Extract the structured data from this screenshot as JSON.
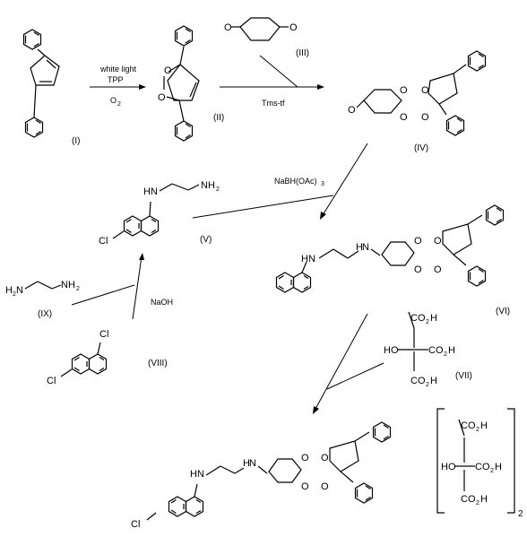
{
  "compounds": {
    "I": "(I)",
    "II": "(II)",
    "III": "(III)",
    "IV": "(IV)",
    "V": "(V)",
    "VI": "(VI)",
    "VII": "(VII)",
    "VIII": "(VIII)",
    "IX": "(IX)"
  },
  "reagents": {
    "white_light": "white light",
    "tpp": "TPP",
    "o2": "O",
    "o2_sub": "2",
    "tms_tf": "Tms-tf",
    "nabh": "NaBH(OAc)",
    "nabh_sub": "3",
    "naoh": "NaOH"
  },
  "atoms": {
    "o": "O",
    "nh": "HN",
    "n_right": "N",
    "h": "H",
    "nh2": "NH",
    "h2n": "H",
    "two": "2",
    "cl": "Cl",
    "ho": "HO",
    "co2h": "CO",
    "co2h_h": "H",
    "salt_sub": "2"
  }
}
